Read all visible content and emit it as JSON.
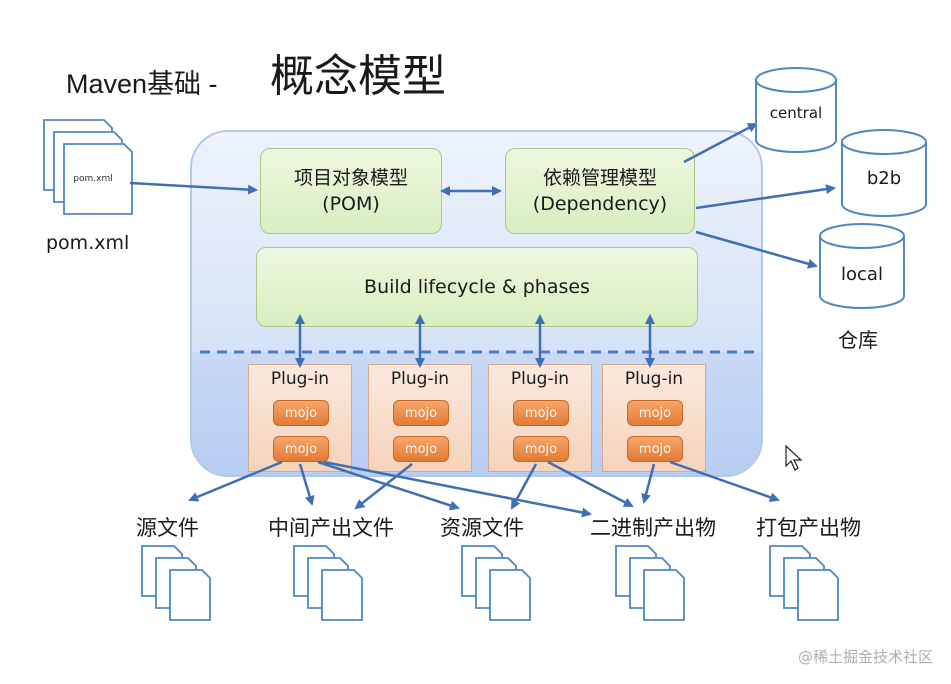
{
  "title": {
    "prefix": "Maven基础 -",
    "main": "概念模型"
  },
  "pom_file": {
    "icon_label": "pom.xml",
    "label": "pom.xml"
  },
  "boxes": {
    "pom_model": {
      "line1": "项目对象模型",
      "line2": "(POM)"
    },
    "dependency_model": {
      "line1": "依赖管理模型",
      "line2": "(Dependency)"
    },
    "lifecycle": "Build lifecycle & phases"
  },
  "plugins": [
    {
      "label": "Plug-in",
      "mojos": [
        "mojo",
        "mojo"
      ]
    },
    {
      "label": "Plug-in",
      "mojos": [
        "mojo",
        "mojo"
      ]
    },
    {
      "label": "Plug-in",
      "mojos": [
        "mojo",
        "mojo"
      ]
    },
    {
      "label": "Plug-in",
      "mojos": [
        "mojo",
        "mojo"
      ]
    }
  ],
  "repositories": {
    "items": [
      "central",
      "b2b",
      "local"
    ],
    "caption": "仓库"
  },
  "outputs": [
    "源文件",
    "中间产出文件",
    "资源文件",
    "二进制产出物",
    "打包产出物"
  ],
  "watermark": "@稀土掘金技术社区"
}
